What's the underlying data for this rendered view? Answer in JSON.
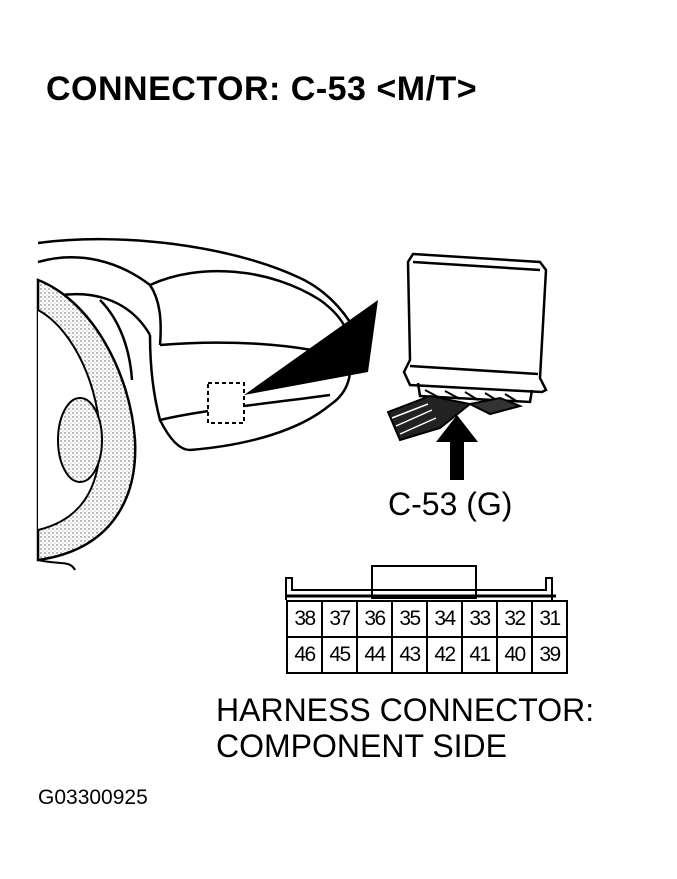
{
  "title": "CONNECTOR: C-53 <M/T>",
  "connector_label": "C-53 (G)",
  "pins": {
    "top_row": [
      "38",
      "37",
      "36",
      "35",
      "34",
      "33",
      "32",
      "31"
    ],
    "bottom_row": [
      "46",
      "45",
      "44",
      "43",
      "42",
      "41",
      "40",
      "39"
    ]
  },
  "caption": {
    "line1": "HARNESS CONNECTOR:",
    "line2": "COMPONENT SIDE"
  },
  "figure_code": "G03300925"
}
